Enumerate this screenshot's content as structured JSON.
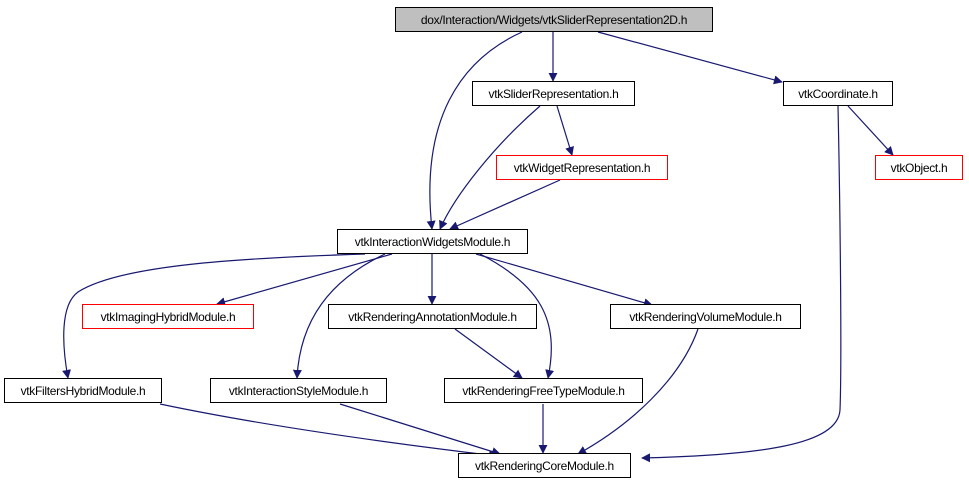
{
  "colors": {
    "edge": "#191970",
    "node_border": "#000000",
    "node_border_truncated": "#ff0000",
    "root_fill": "#bfbfbf"
  },
  "nodes": {
    "root": "dox/Interaction/Widgets/vtkSliderRepresentation2D.h",
    "slider_rep": "vtkSliderRepresentation.h",
    "coordinate": "vtkCoordinate.h",
    "widget_rep": "vtkWidgetRepresentation.h",
    "object": "vtkObject.h",
    "iw_module": "vtkInteractionWidgetsModule.h",
    "imaging_hybrid": "vtkImagingHybridModule.h",
    "rendering_annotation": "vtkRenderingAnnotationModule.h",
    "rendering_volume": "vtkRenderingVolumeModule.h",
    "filters_hybrid": "vtkFiltersHybridModule.h",
    "interaction_style": "vtkInteractionStyleModule.h",
    "rendering_freetype": "vtkRenderingFreeTypeModule.h",
    "rendering_core": "vtkRenderingCoreModule.h"
  }
}
